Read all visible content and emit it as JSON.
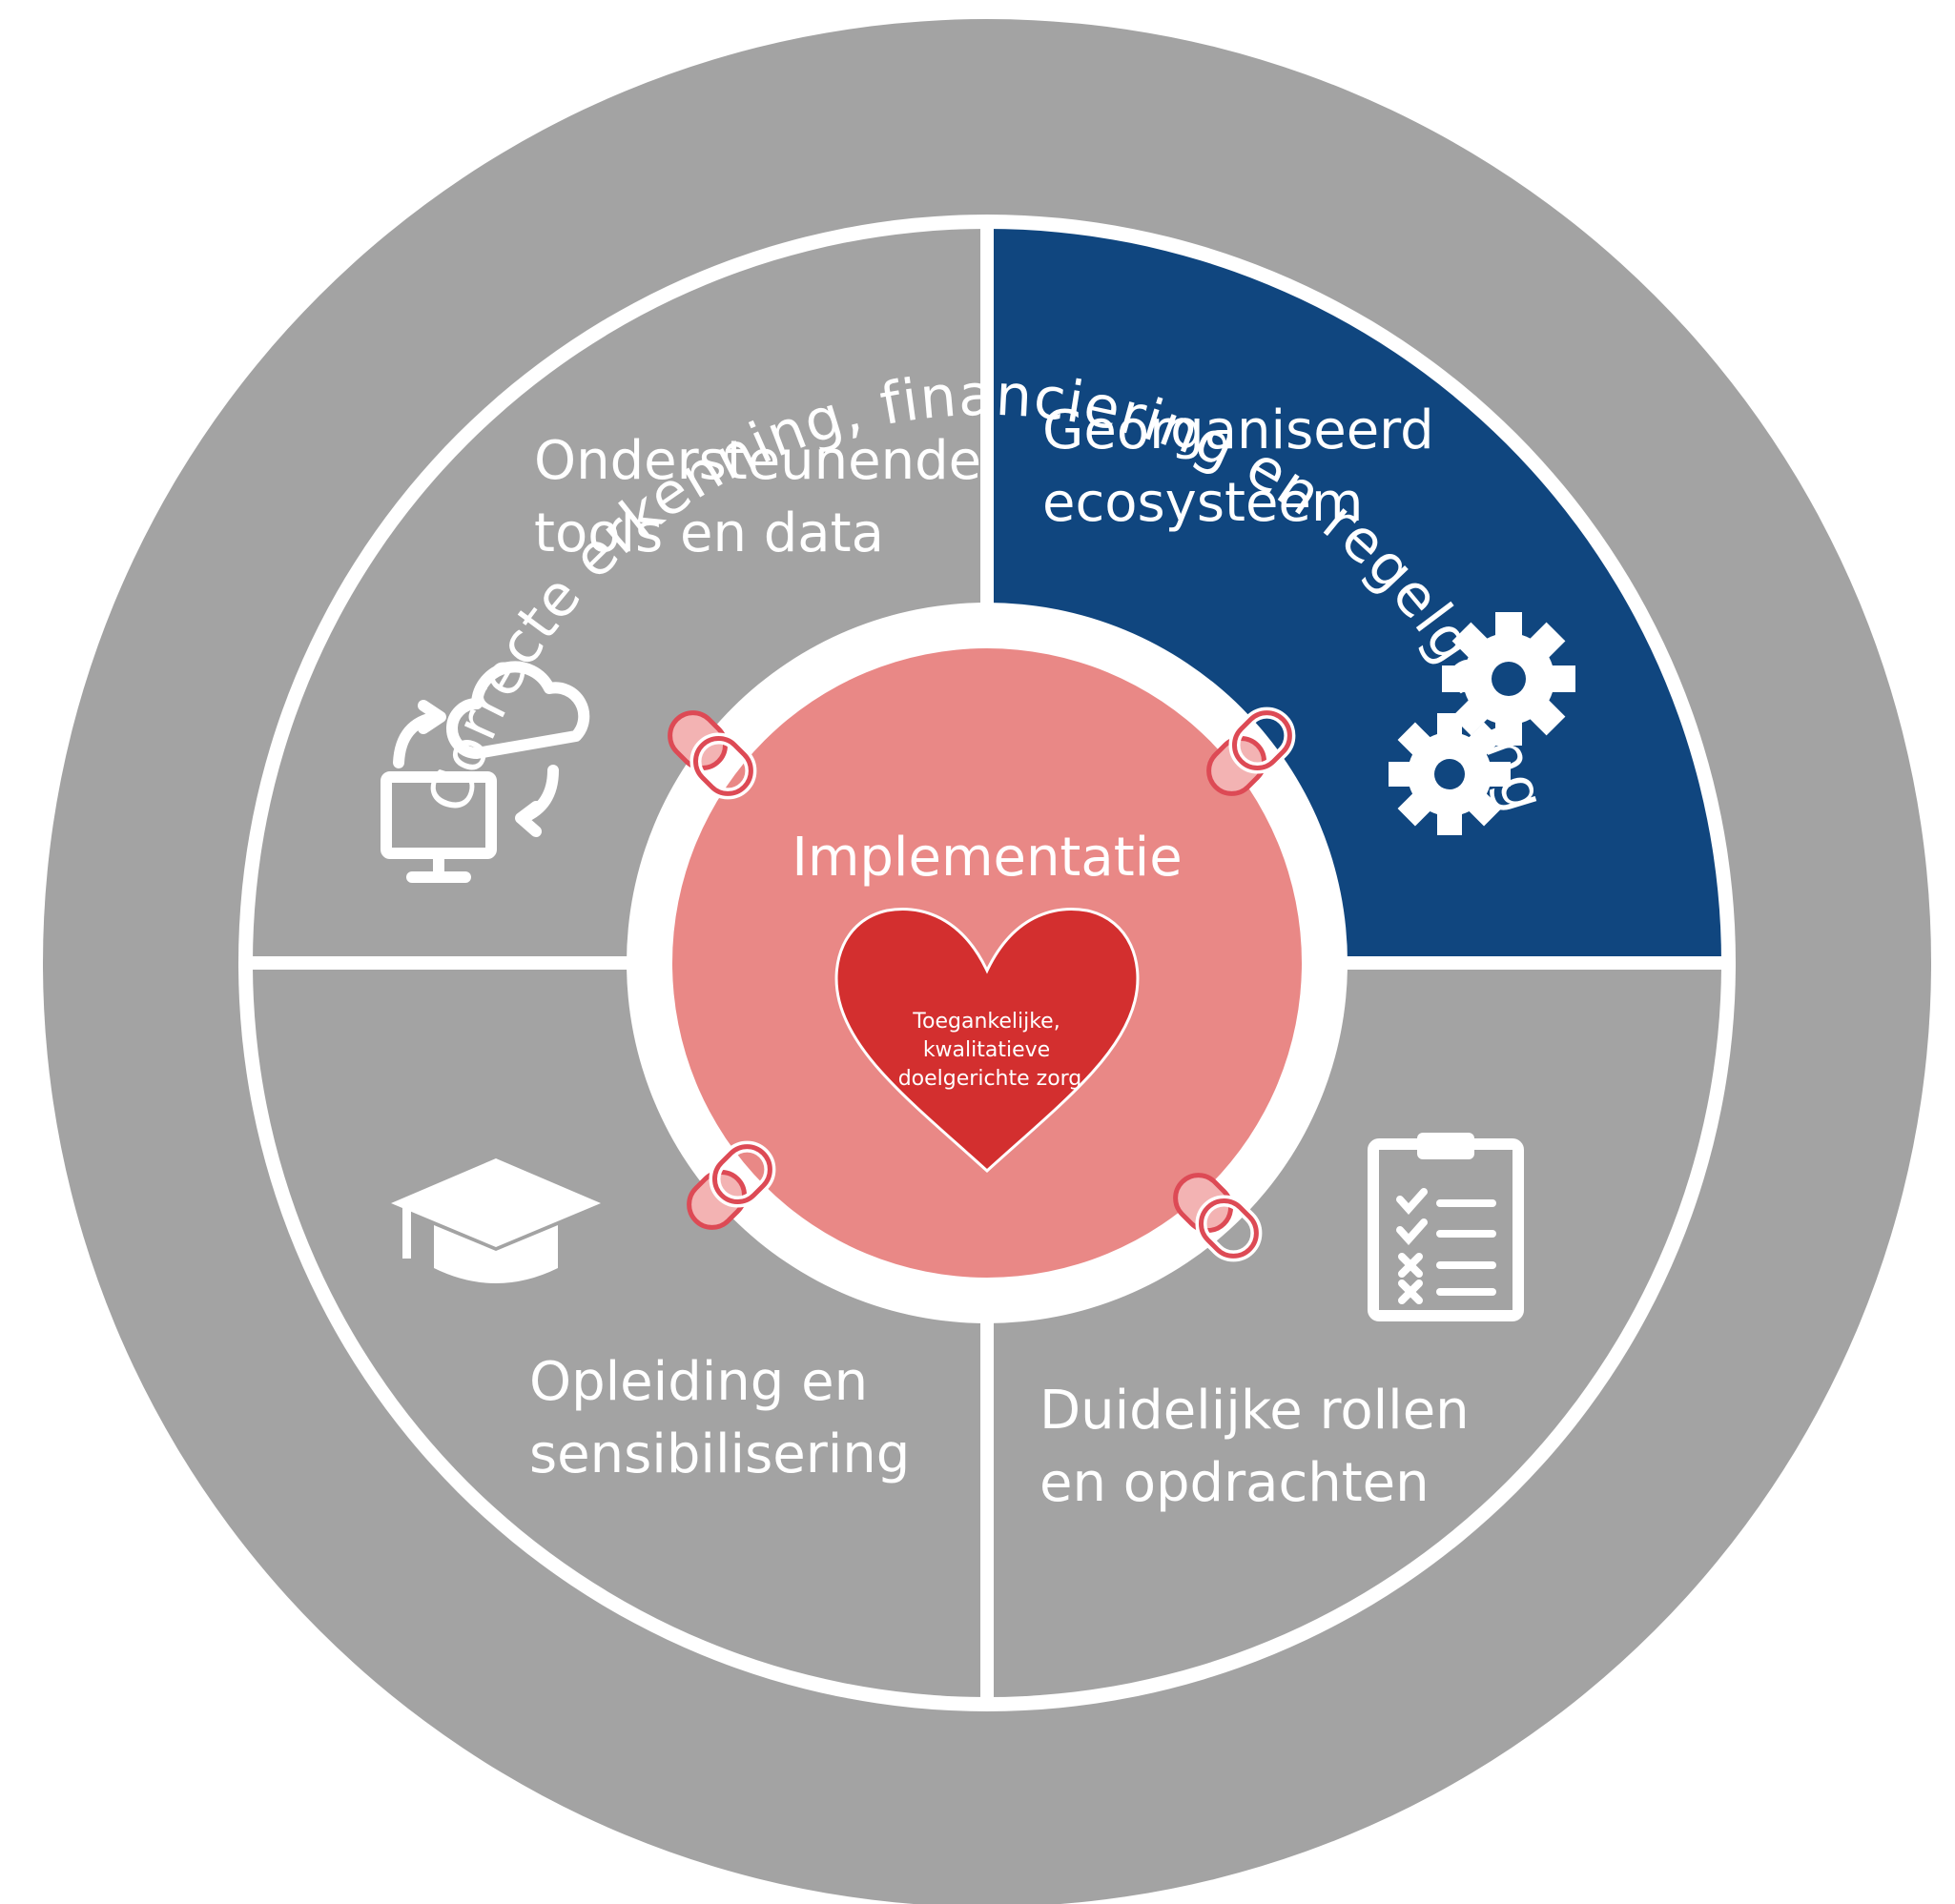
{
  "outer_ring": {
    "label": "Correcte erkenning, financiering en regelgeving"
  },
  "quadrants": {
    "top_left": {
      "line1": "Ondersteunende",
      "line2": "tools en data",
      "icon": "cloud-sync-computer-icon"
    },
    "top_right": {
      "line1": "Georganiseerd",
      "line2": "ecosysteem",
      "icon": "gears-icon"
    },
    "bottom_left": {
      "line1": "Opleiding en",
      "line2": "sensibilisering",
      "icon": "graduation-cap-icon"
    },
    "bottom_right": {
      "line1": "Duidelijke rollen",
      "line2": "en opdrachten",
      "icon": "clipboard-checklist-icon"
    }
  },
  "center": {
    "label": "Implementatie",
    "heart": {
      "line1": "Toegankelijke,",
      "line2": "kwalitatieve",
      "line3": "doelgerichte zorg"
    }
  },
  "colors": {
    "gray": "#a3a3a3",
    "blue": "#10467f",
    "pink": "#e98886",
    "heart_red": "#d32f2f",
    "link_pink": "#f3b3b3",
    "link_outline": "#dd4a55",
    "white": "#ffffff"
  }
}
